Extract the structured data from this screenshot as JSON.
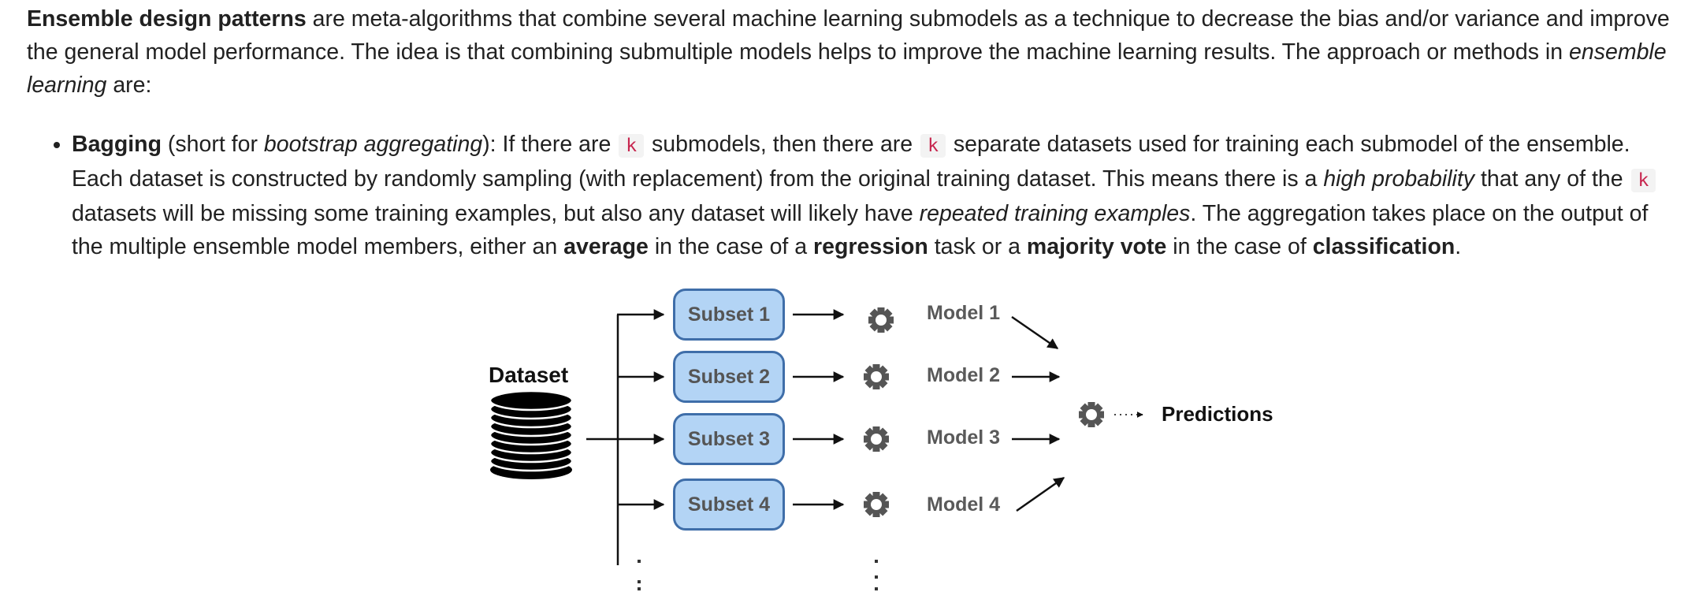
{
  "intro": {
    "term": "Ensemble design patterns",
    "text_1": " are meta-algorithms that combine several machine learning submodels as a technique to decrease the bias and/or variance and improve the general model performance. The idea is that combining submultiple models helps to improve the machine learning results. The approach or methods in ",
    "emphasis": "ensemble learning",
    "text_2": " are:"
  },
  "bagging": {
    "term": "Bagging",
    "t1": " (short for ",
    "full_name": "bootstrap aggregating",
    "t2": "): If there are ",
    "var": "k",
    "t3": " submodels, then there are ",
    "t4": " separate datasets used for training each submodel of the ensemble. Each dataset is constructed by randomly sampling (with replacement) from the original training dataset. This means there is a ",
    "em1": "high probability",
    "t5": " that any of the ",
    "t6": " datasets will be missing some training examples, but also any dataset will likely have ",
    "em2": "repeated training examples",
    "t7": ". The aggregation takes place on the output of the multiple ensemble model members, either an ",
    "b1": "average",
    "t8": " in the case of a ",
    "b2": "regression",
    "t9": " task or a ",
    "b3": "majority vote",
    "t10": " in the case of ",
    "b4": "classification",
    "t11": "."
  },
  "diagram": {
    "dataset_label": "Dataset",
    "subsets": [
      "Subset 1",
      "Subset 2",
      "Subset 3",
      "Subset 4"
    ],
    "models": [
      "Model 1",
      "Model 2",
      "Model 3",
      "Model 4"
    ],
    "predictions_label": "Predictions",
    "icons": {
      "dataset": "database-stack-icon",
      "trainer": "gear-icon",
      "aggregator": "gear-icon"
    },
    "colors": {
      "subset_fill": "#b3d4f5",
      "subset_border": "#3f6ea9",
      "gear": "#555555",
      "arrow": "#111111"
    }
  }
}
